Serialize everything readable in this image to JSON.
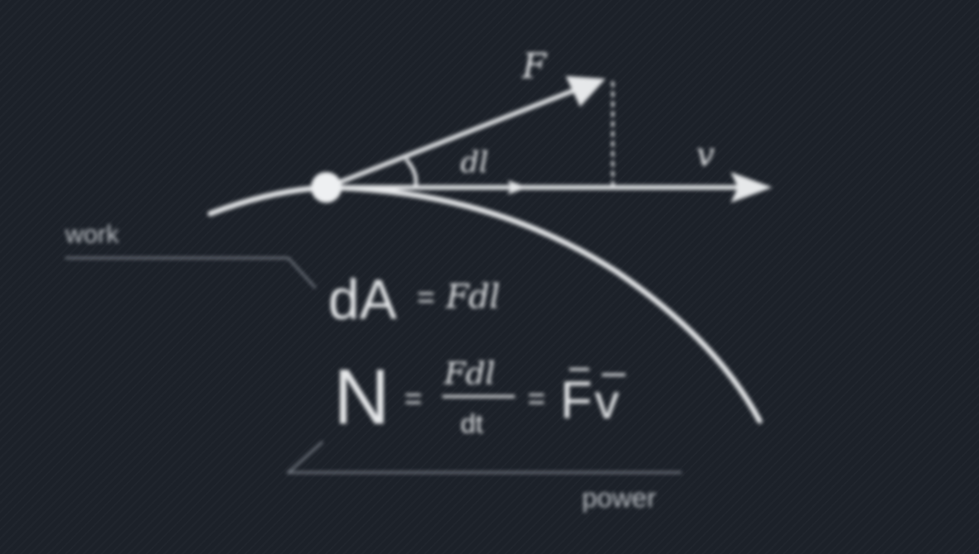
{
  "diagram": {
    "labels": {
      "force_vector": "F",
      "velocity_vector": "v",
      "displacement": "dl",
      "work": "work",
      "power": "power"
    },
    "work_formula": {
      "lhs": "dA",
      "eq": "=",
      "rhs": "Fdl"
    },
    "power_formula": {
      "lhs": "N",
      "eq1": "=",
      "numerator": "Fdl",
      "denominator": "dt",
      "eq2": "=",
      "rhs_f": "F",
      "rhs_v": "v"
    },
    "colors": {
      "background": "#1c2129",
      "ink": "#e6e8ea",
      "guide": "#8a9099"
    }
  }
}
